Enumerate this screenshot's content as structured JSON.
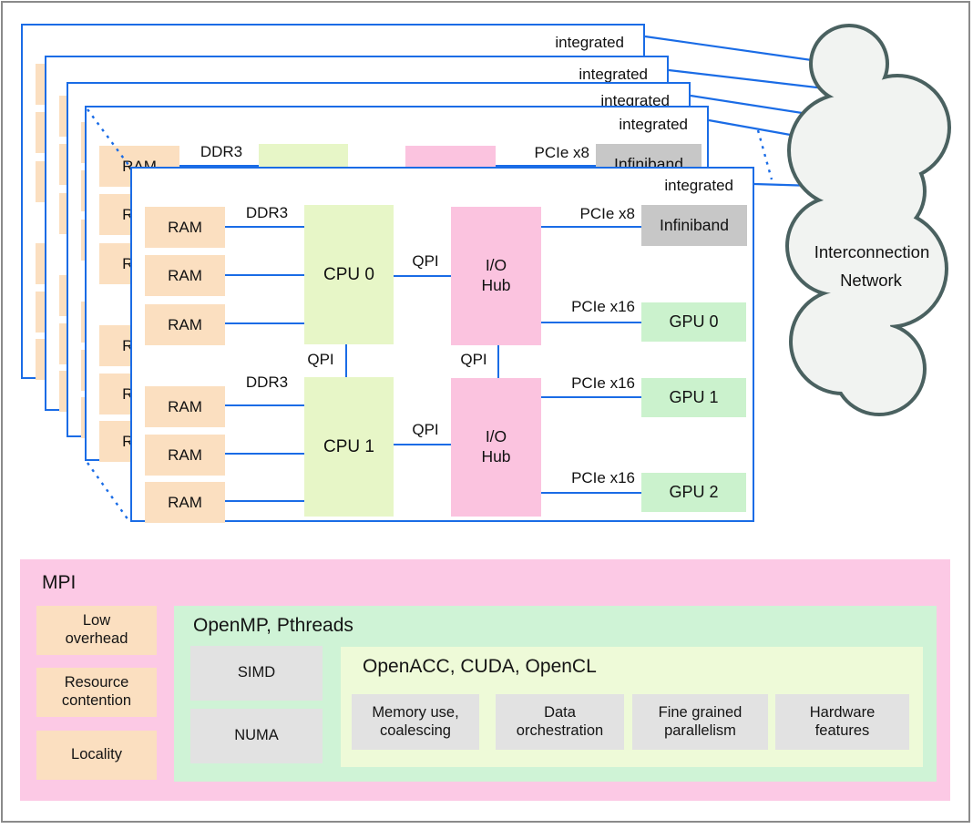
{
  "node": {
    "ram": "RAM",
    "ddr3": "DDR3",
    "qpi": "QPI",
    "pcie_x8": "PCIe x8",
    "pcie_x16": "PCIe x16",
    "cpu0": "CPU 0",
    "cpu1": "CPU 1",
    "io_hub": "I/O\nHub",
    "integrated": "integrated",
    "infiniband": "Infiniband",
    "gpus": [
      "GPU 0",
      "GPU 1",
      "GPU 2"
    ]
  },
  "cloud": {
    "line1": "Interconnection",
    "line2": "Network"
  },
  "software": {
    "mpi_label": "MPI",
    "mpi_items": [
      "Low\noverhead",
      "Resource\ncontention",
      "Locality"
    ],
    "openmp_label": "OpenMP, Pthreads",
    "openmp_items": [
      "SIMD",
      "NUMA"
    ],
    "openacc_label": "OpenACC, CUDA, OpenCL",
    "openacc_items": [
      "Memory use,\ncoalescing",
      "Data\norchestration",
      "Fine grained\nparallelism",
      "Hardware\nfeatures"
    ]
  },
  "colors": {
    "link_blue": "#1a6ce6",
    "ram_peach": "#fbdfc0",
    "cpu_green": "#e7f6c7",
    "io_hub_pink": "#fbc3df",
    "gpu_mint": "#cbf2cd",
    "infiniband_gray": "#c7c7c7",
    "mpi_pink": "#fcc9e5",
    "openmp_mint": "#cff3d6",
    "openacc_pale_green": "#eefad8",
    "concern_gray": "#e2e2e2",
    "cloud_fill": "#f1f3f1",
    "cloud_stroke": "#4a6160"
  }
}
